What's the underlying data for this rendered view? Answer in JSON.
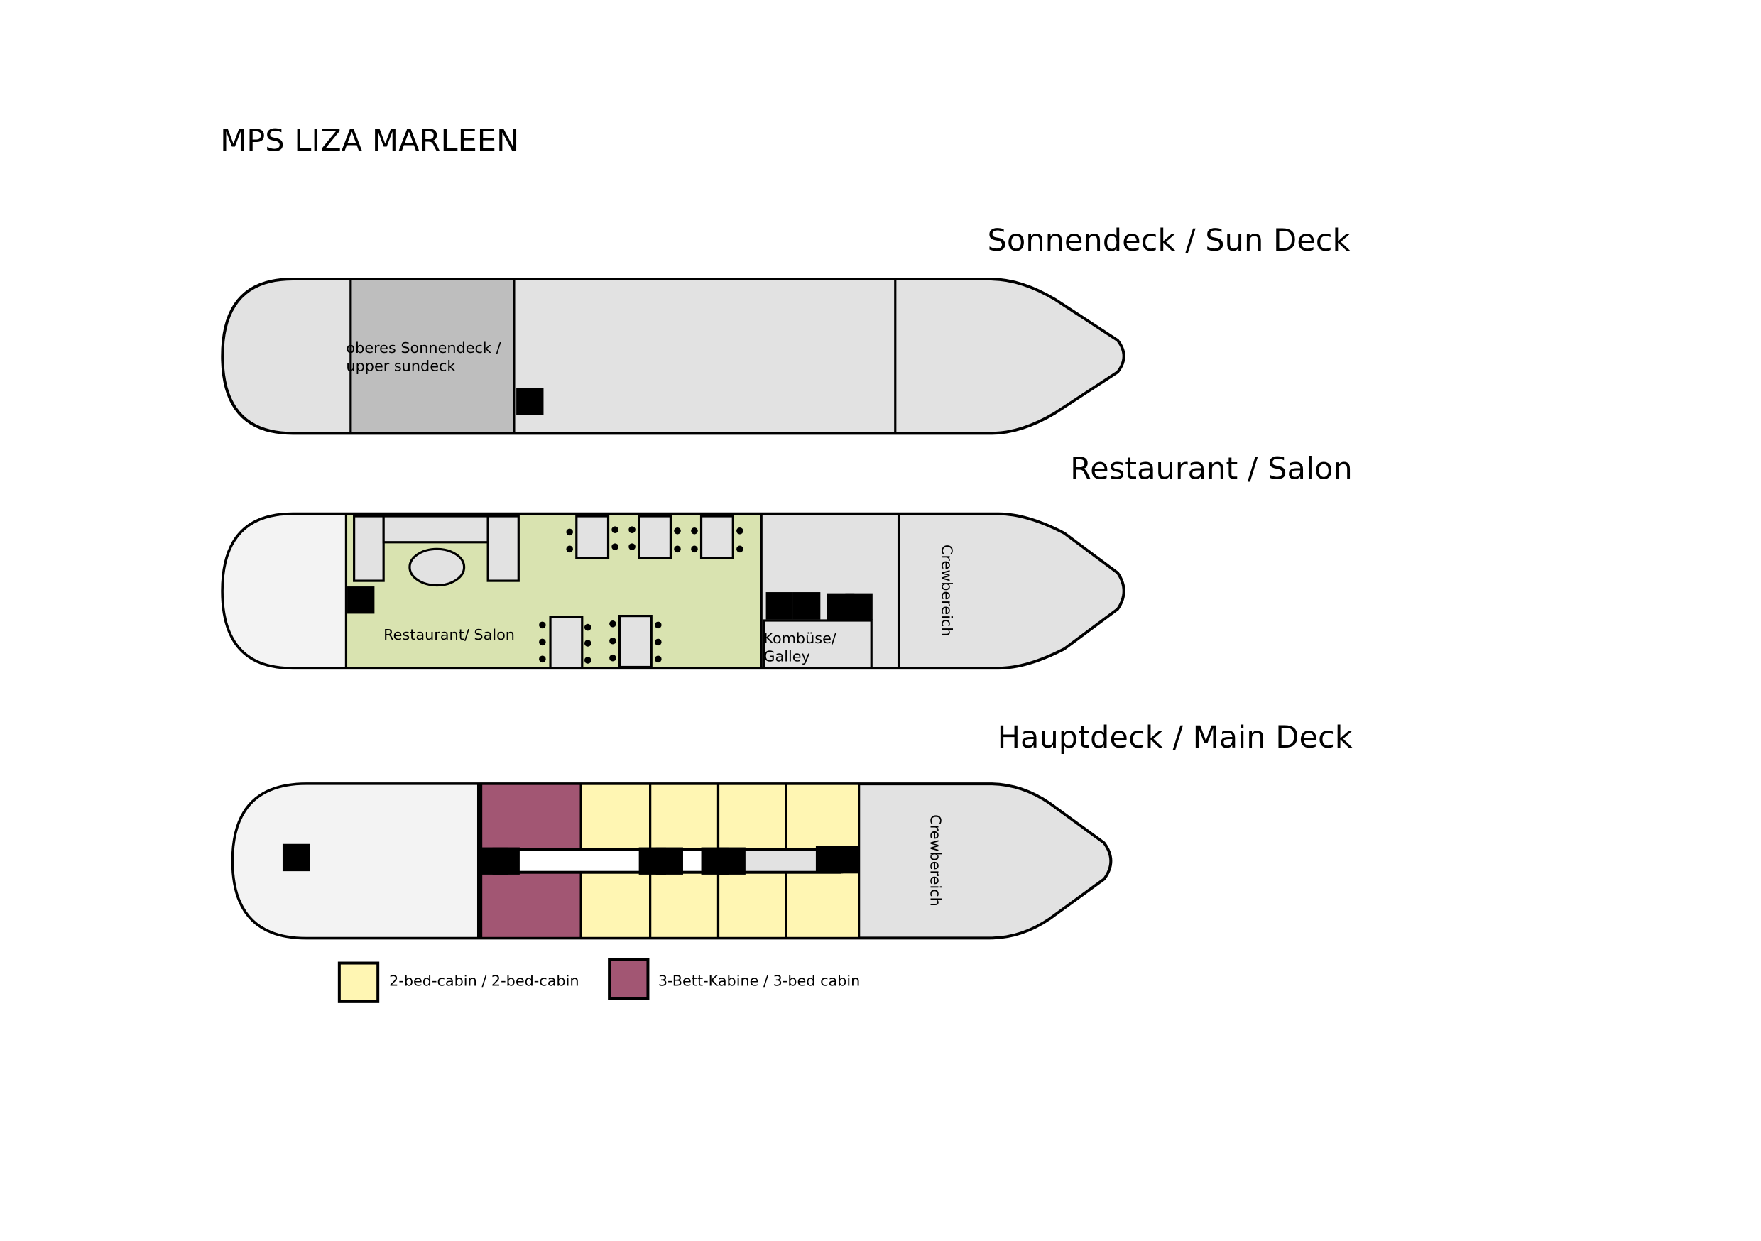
{
  "title": "MPS LIZA MARLEEN",
  "decks": {
    "sun": {
      "title": "Sonnendeck / Sun Deck",
      "upper_line1": "oberes Sonnendeck /",
      "upper_line2": "upper sundeck"
    },
    "salon": {
      "title": "Restaurant / Salon",
      "restaurant": "Restaurant/ Salon",
      "galley_line1": "Kombüse/",
      "galley_line2": "Galley",
      "crew": "Crewbereich"
    },
    "main": {
      "title": "Hauptdeck / Main Deck",
      "crew": "Crewbereich"
    }
  },
  "legend": [
    {
      "label": "2-bed-cabin / 2-bed-cabin",
      "color": "#fff6b3"
    },
    {
      "label": "3-Bett-Kabine / 3-bed cabin",
      "color": "#a25673"
    }
  ]
}
